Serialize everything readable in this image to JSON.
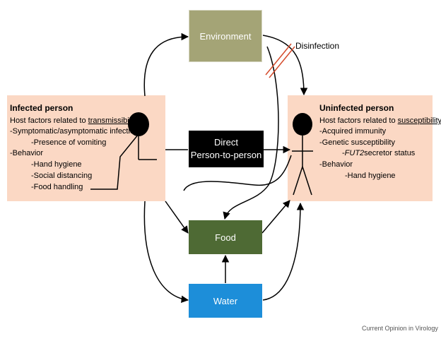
{
  "nodes": {
    "environment": "Environment",
    "direct_line1": "Direct",
    "direct_line2": "Person-to-person",
    "food": "Food",
    "water": "Water"
  },
  "disinfection": "Disinfection",
  "infected": {
    "title": "Infected person",
    "factors_prefix": "Host factors related to ",
    "factors_key": "transmissibility",
    "line1": "-Symptomatic/asymptomatic infection",
    "line2": "-Presence of vomiting",
    "line3": "-Behavior",
    "line4": "-Hand hygiene",
    "line5": "-Social distancing",
    "line6": "-Food handling"
  },
  "uninfected": {
    "title": "Uninfected person",
    "factors_prefix": "Host factors related to ",
    "factors_key": "susceptibility",
    "line1": "-Acquired immunity",
    "line2": "-Genetic susceptibility",
    "line3_prefix": "-",
    "line3_gene": "FUT2",
    "line3_suffix": "secretor status",
    "line4": "-Behavior",
    "line5": "-Hand hygiene"
  },
  "credit": "Current Opinion in Virology",
  "colors": {
    "panel": "#fbd8c4",
    "environment": "#a4a476",
    "direct": "#000000",
    "food": "#4e6a34",
    "water": "#1d8ed9",
    "disinfection_mark": "#d44a2a"
  }
}
